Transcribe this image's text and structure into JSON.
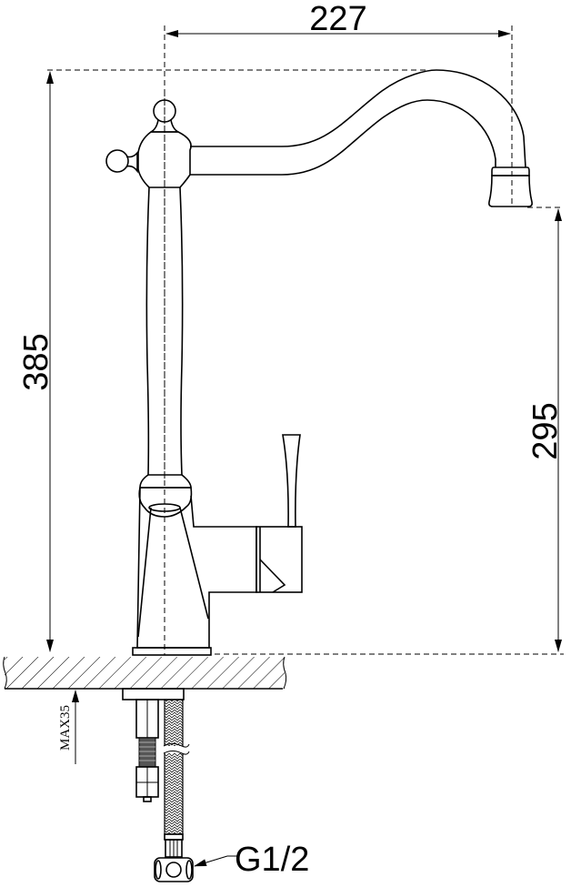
{
  "drawing": {
    "title": "Kitchen faucet dimension drawing",
    "units": "mm",
    "stroke_color": "#000000",
    "background_color": "#ffffff"
  },
  "dimensions": {
    "spout_reach": {
      "value": "227",
      "orientation": "horizontal"
    },
    "total_height": {
      "value": "385",
      "orientation": "vertical"
    },
    "spout_height": {
      "value": "295",
      "orientation": "vertical"
    },
    "max_counter_thickness": {
      "value": "MAX35",
      "orientation": "vertical"
    }
  },
  "annotations": {
    "connection_thread": "G1/2"
  },
  "components": [
    {
      "name": "swivel-spout",
      "label": "Spout"
    },
    {
      "name": "cross-handle-knobs",
      "label": "Decorative knobs"
    },
    {
      "name": "faucet-column",
      "label": "Column"
    },
    {
      "name": "faucet-base",
      "label": "Base body"
    },
    {
      "name": "lever-handle",
      "label": "Single lever"
    },
    {
      "name": "aerator",
      "label": "Aerator"
    },
    {
      "name": "countertop",
      "label": "Countertop (hatched)"
    },
    {
      "name": "mounting-stud",
      "label": "Threaded stud with nuts"
    },
    {
      "name": "braided-hose",
      "label": "Flexible braided hose"
    },
    {
      "name": "hose-connector",
      "label": "G1/2 connector"
    }
  ]
}
